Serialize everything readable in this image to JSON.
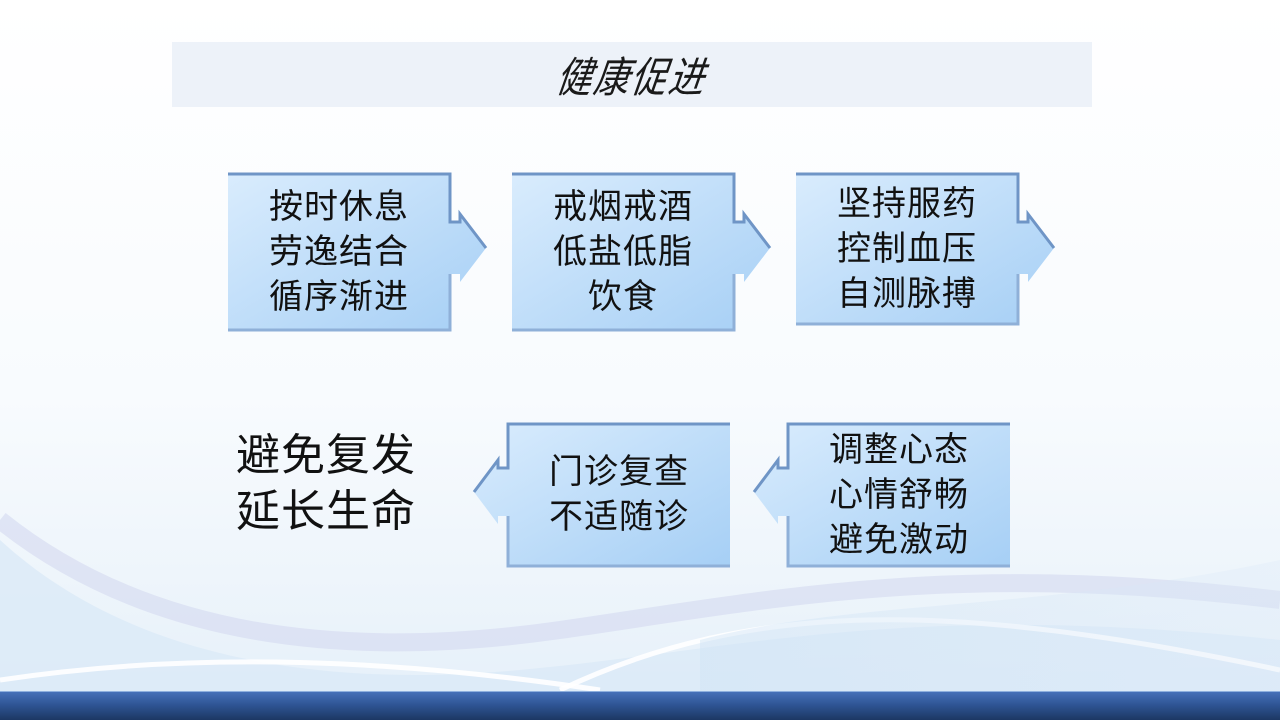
{
  "title": "健康促进",
  "colors": {
    "box_fill_top": "#d6eafc",
    "box_fill_bottom": "#a9d1f6",
    "box_edge": "#6f95c6",
    "title_bar": "#edf2f9",
    "footer": "#2f5595"
  },
  "flow_top": [
    {
      "lines": [
        "按时休息",
        "劳逸结合",
        "循序渐进"
      ],
      "arrow": "right"
    },
    {
      "lines": [
        "戒烟戒酒",
        "低盐低脂",
        "饮食"
      ],
      "arrow": "right"
    },
    {
      "lines": [
        "坚持服药",
        "控制血压",
        "自测脉搏"
      ],
      "arrow": "right"
    }
  ],
  "flow_bottom": [
    {
      "lines": [
        "调整心态",
        "心情舒畅",
        "避免激动"
      ],
      "arrow": "left"
    },
    {
      "lines": [
        "门诊复查",
        "不适随诊"
      ],
      "arrow": "left"
    }
  ],
  "outcome": {
    "lines": [
      "避免复发",
      "延长生命"
    ]
  }
}
